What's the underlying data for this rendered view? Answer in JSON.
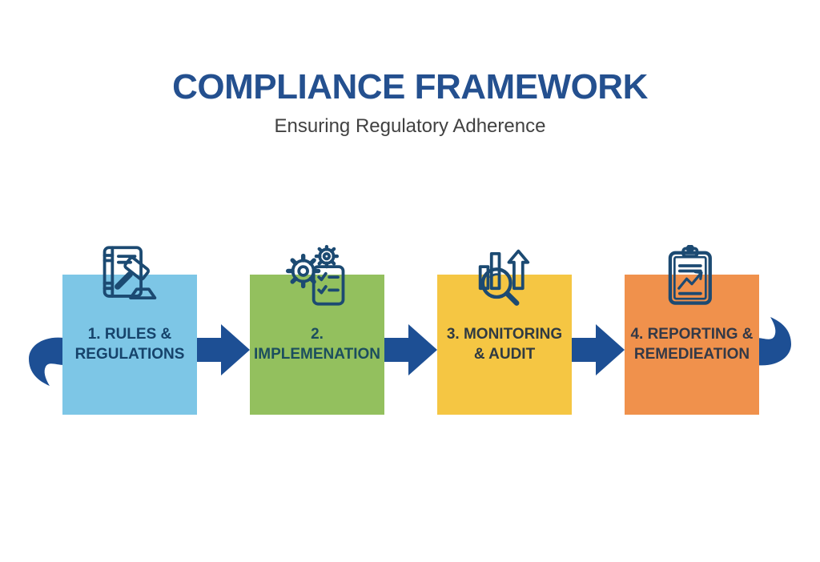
{
  "header": {
    "title": "COMPLIANCE FRAMEWORK",
    "subtitle": "Ensuring Regulatory Adherence"
  },
  "steps": [
    {
      "label": "1. RULES & REGULATIONS",
      "icon": "law-book-gavel-icon",
      "bg_color": "#7DC6E6",
      "text_color": "#16436B"
    },
    {
      "label": "2. IMPLEMENATION",
      "icon": "gears-checklist-icon",
      "bg_color": "#93C05E",
      "text_color": "#1C4E5E"
    },
    {
      "label": "3. MONITORING & AUDIT",
      "icon": "magnifier-chart-icon",
      "bg_color": "#F5C643",
      "text_color": "#303A42"
    },
    {
      "label": "4. REPORTING & REMEDIEATION",
      "icon": "clipboard-chart-icon",
      "bg_color": "#F0914C",
      "text_color": "#333947"
    }
  ],
  "connectors": {
    "arrow_color": "#1D4F94",
    "arrow_count": 3,
    "left_swoosh": "curved-flow-tail",
    "right_swoosh": "curved-flow-head"
  },
  "colors": {
    "background": "#FFFFFF",
    "title": "#24508F",
    "subtitle": "#414141",
    "icon_stroke": "#1C4A72"
  }
}
